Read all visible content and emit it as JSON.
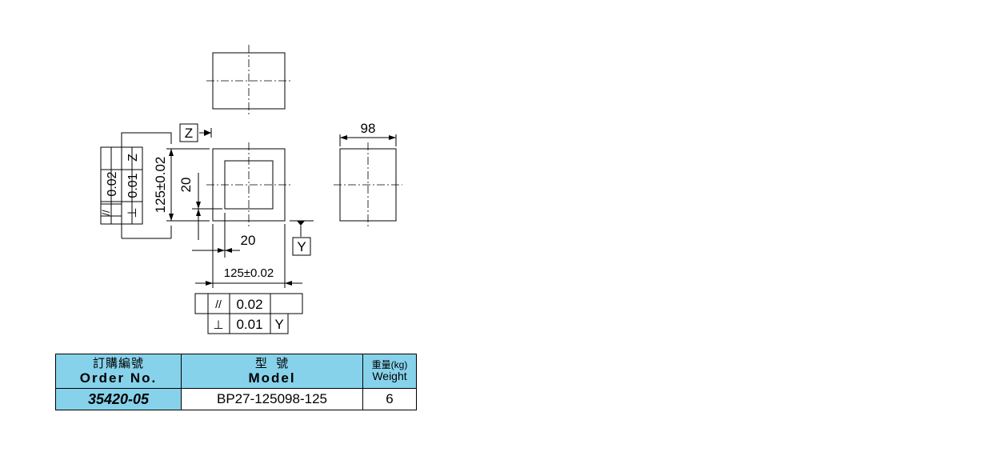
{
  "drawing": {
    "datum_z": "Z",
    "datum_y": "Y",
    "dim_width_top": "98",
    "dim_height_tol": "125±0.02",
    "dim_20_vertical": "20",
    "dim_20_horizontal": "20",
    "dim_width_tol": "125±0.02",
    "left_fcf": {
      "parallel_symbol": "//",
      "parallel_value": "0.02",
      "perp_symbol": "⊥",
      "perp_value": "0.01",
      "datum": "Z"
    },
    "bottom_fcf": {
      "parallel_symbol": "//",
      "parallel_value": "0.02",
      "perp_symbol": "⊥",
      "perp_value": "0.01",
      "datum": "Y"
    }
  },
  "table": {
    "headers": {
      "order_zh": "訂購編號",
      "order_en": "Order No.",
      "model_zh": "型  號",
      "model_en": "Model",
      "weight_zh": "重量(kg)",
      "weight_en": "Weight"
    },
    "row": {
      "order_no": "35420-05",
      "model": "BP27-125098-125",
      "weight": "6"
    }
  },
  "colors": {
    "header_bg": "#87d2eb",
    "line": "#000000"
  }
}
